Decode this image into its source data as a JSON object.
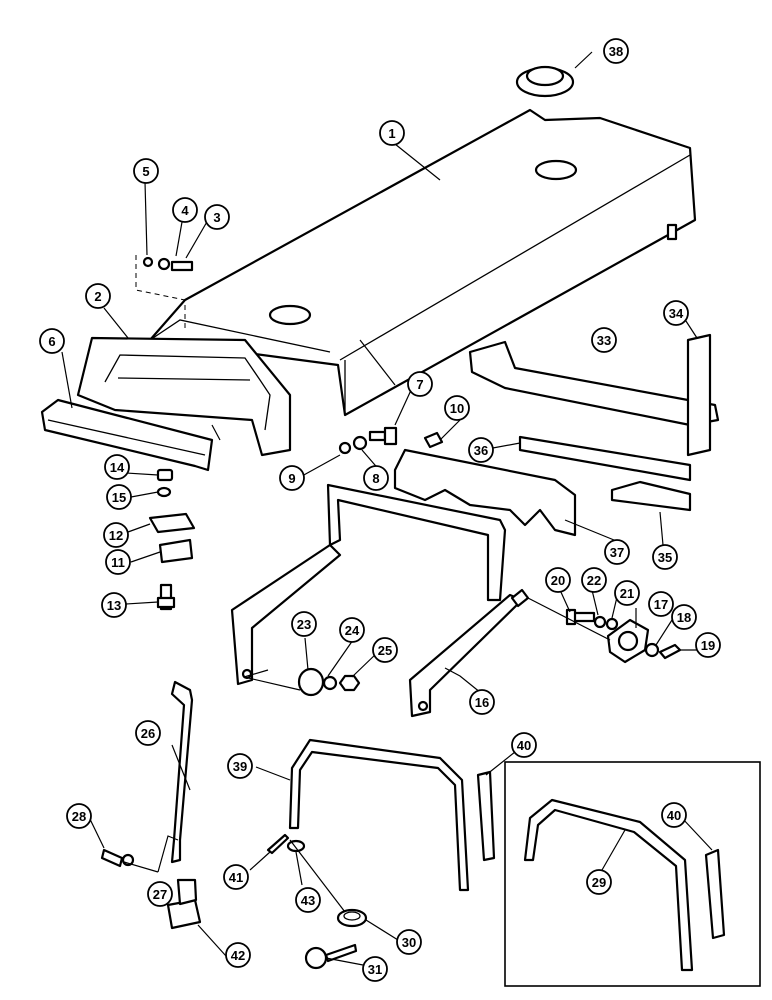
{
  "callouts": [
    {
      "label": "1"
    },
    {
      "label": "2"
    },
    {
      "label": "3"
    },
    {
      "label": "4"
    },
    {
      "label": "5"
    },
    {
      "label": "6"
    },
    {
      "label": "7"
    },
    {
      "label": "8"
    },
    {
      "label": "9"
    },
    {
      "label": "10"
    },
    {
      "label": "11"
    },
    {
      "label": "12"
    },
    {
      "label": "13"
    },
    {
      "label": "14"
    },
    {
      "label": "15"
    },
    {
      "label": "16"
    },
    {
      "label": "17"
    },
    {
      "label": "18"
    },
    {
      "label": "19"
    },
    {
      "label": "20"
    },
    {
      "label": "21"
    },
    {
      "label": "22"
    },
    {
      "label": "23"
    },
    {
      "label": "24"
    },
    {
      "label": "25"
    },
    {
      "label": "26"
    },
    {
      "label": "27"
    },
    {
      "label": "28"
    },
    {
      "label": "29"
    },
    {
      "label": "30"
    },
    {
      "label": "31"
    },
    {
      "label": "33"
    },
    {
      "label": "34"
    },
    {
      "label": "35"
    },
    {
      "label": "36"
    },
    {
      "label": "37"
    },
    {
      "label": "38"
    },
    {
      "label": "39"
    },
    {
      "label": "40"
    },
    {
      "label": "40"
    },
    {
      "label": "41"
    },
    {
      "label": "42"
    },
    {
      "label": "43"
    }
  ]
}
